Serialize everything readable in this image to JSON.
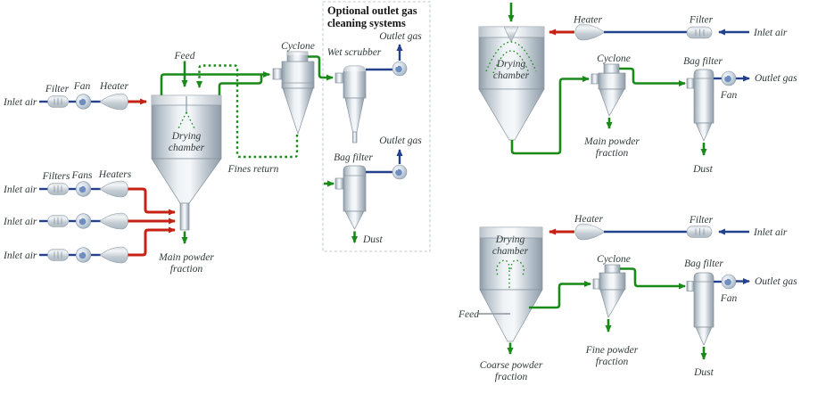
{
  "colors": {
    "flow_green": "#178a17",
    "hot_air_red": "#c62114",
    "air_blue": "#24418c",
    "text_color": "#303a3a",
    "box_border": "#c4cbd2"
  },
  "cleaning_box": {
    "line1": "Optional outlet gas",
    "line2": "cleaning systems"
  },
  "labels": {
    "inlet_air": "Inlet air",
    "filter": "Filter",
    "filters": "Filters",
    "fan": "Fan",
    "fans": "Fans",
    "heater": "Heater",
    "heaters": "Heaters",
    "feed": "Feed",
    "cyclone": "Cyclone",
    "wet_scrubber": "Wet scrubber",
    "bag_filter": "Bag filter",
    "outlet_gas": "Outlet gas",
    "dust": "Dust",
    "fines_return": "Fines return",
    "drying_chamber": {
      "line1": "Drying",
      "line2": "chamber"
    },
    "main_powder": {
      "line1": "Main powder",
      "line2": "fraction"
    },
    "coarse_powder": {
      "line1": "Coarse powder",
      "line2": "fraction"
    },
    "fine_powder": {
      "line1": "Fine powder",
      "line2": "fraction"
    }
  }
}
